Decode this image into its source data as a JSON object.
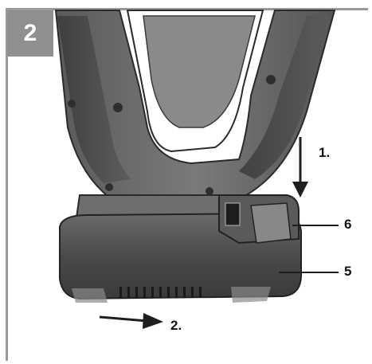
{
  "figure": {
    "number": "2",
    "step_labels": {
      "step1": "1.",
      "step2": "2."
    },
    "part_labels": {
      "part6": "6",
      "part5": "5"
    }
  },
  "colors": {
    "frame_gray": "#9a9a9a",
    "badge_gray": "#8f8f8f",
    "arrow": "#1e1e1e"
  }
}
